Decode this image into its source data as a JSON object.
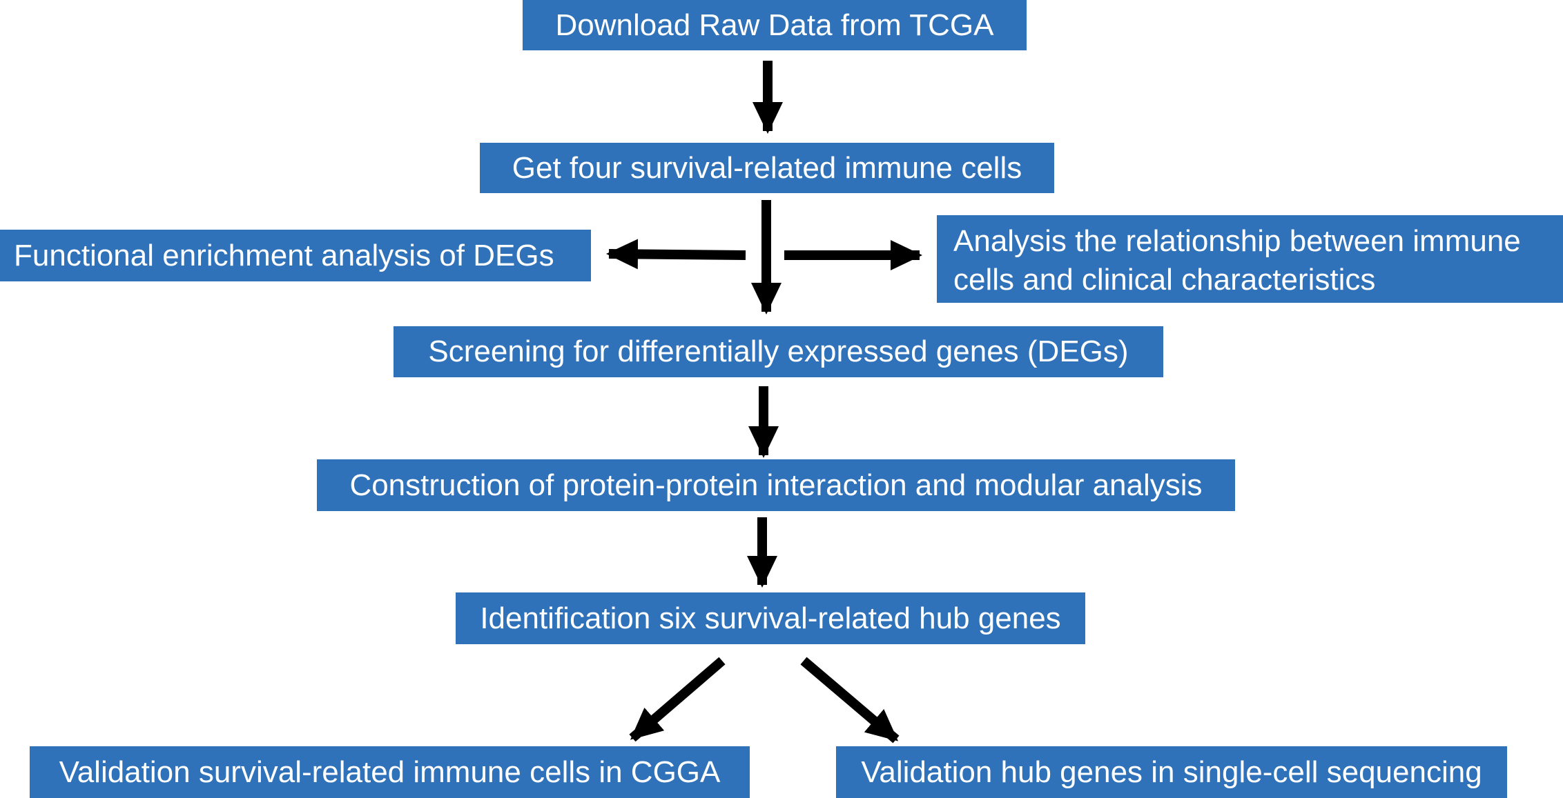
{
  "steps": {
    "download": "Download Raw Data from TCGA",
    "survival_cells": "Get four survival-related immune cells",
    "functional": "Functional enrichment analysis of DEGs",
    "relationship_line1": "Analysis the relationship between immune",
    "relationship_line2": "cells and clinical characteristics",
    "screening": "Screening for differentially expressed  genes (DEGs)",
    "ppi": "Construction of protein-protein interaction and modular analysis",
    "hub_genes": "Identification six survival-related hub genes",
    "validation_cgga": "Validation survival-related immune cells in CGGA",
    "validation_sc": "Validation hub genes in single-cell sequencing"
  },
  "colors": {
    "box_fill": "#2F72B9",
    "box_text": "#FFFFFF",
    "arrow": "#000000"
  }
}
